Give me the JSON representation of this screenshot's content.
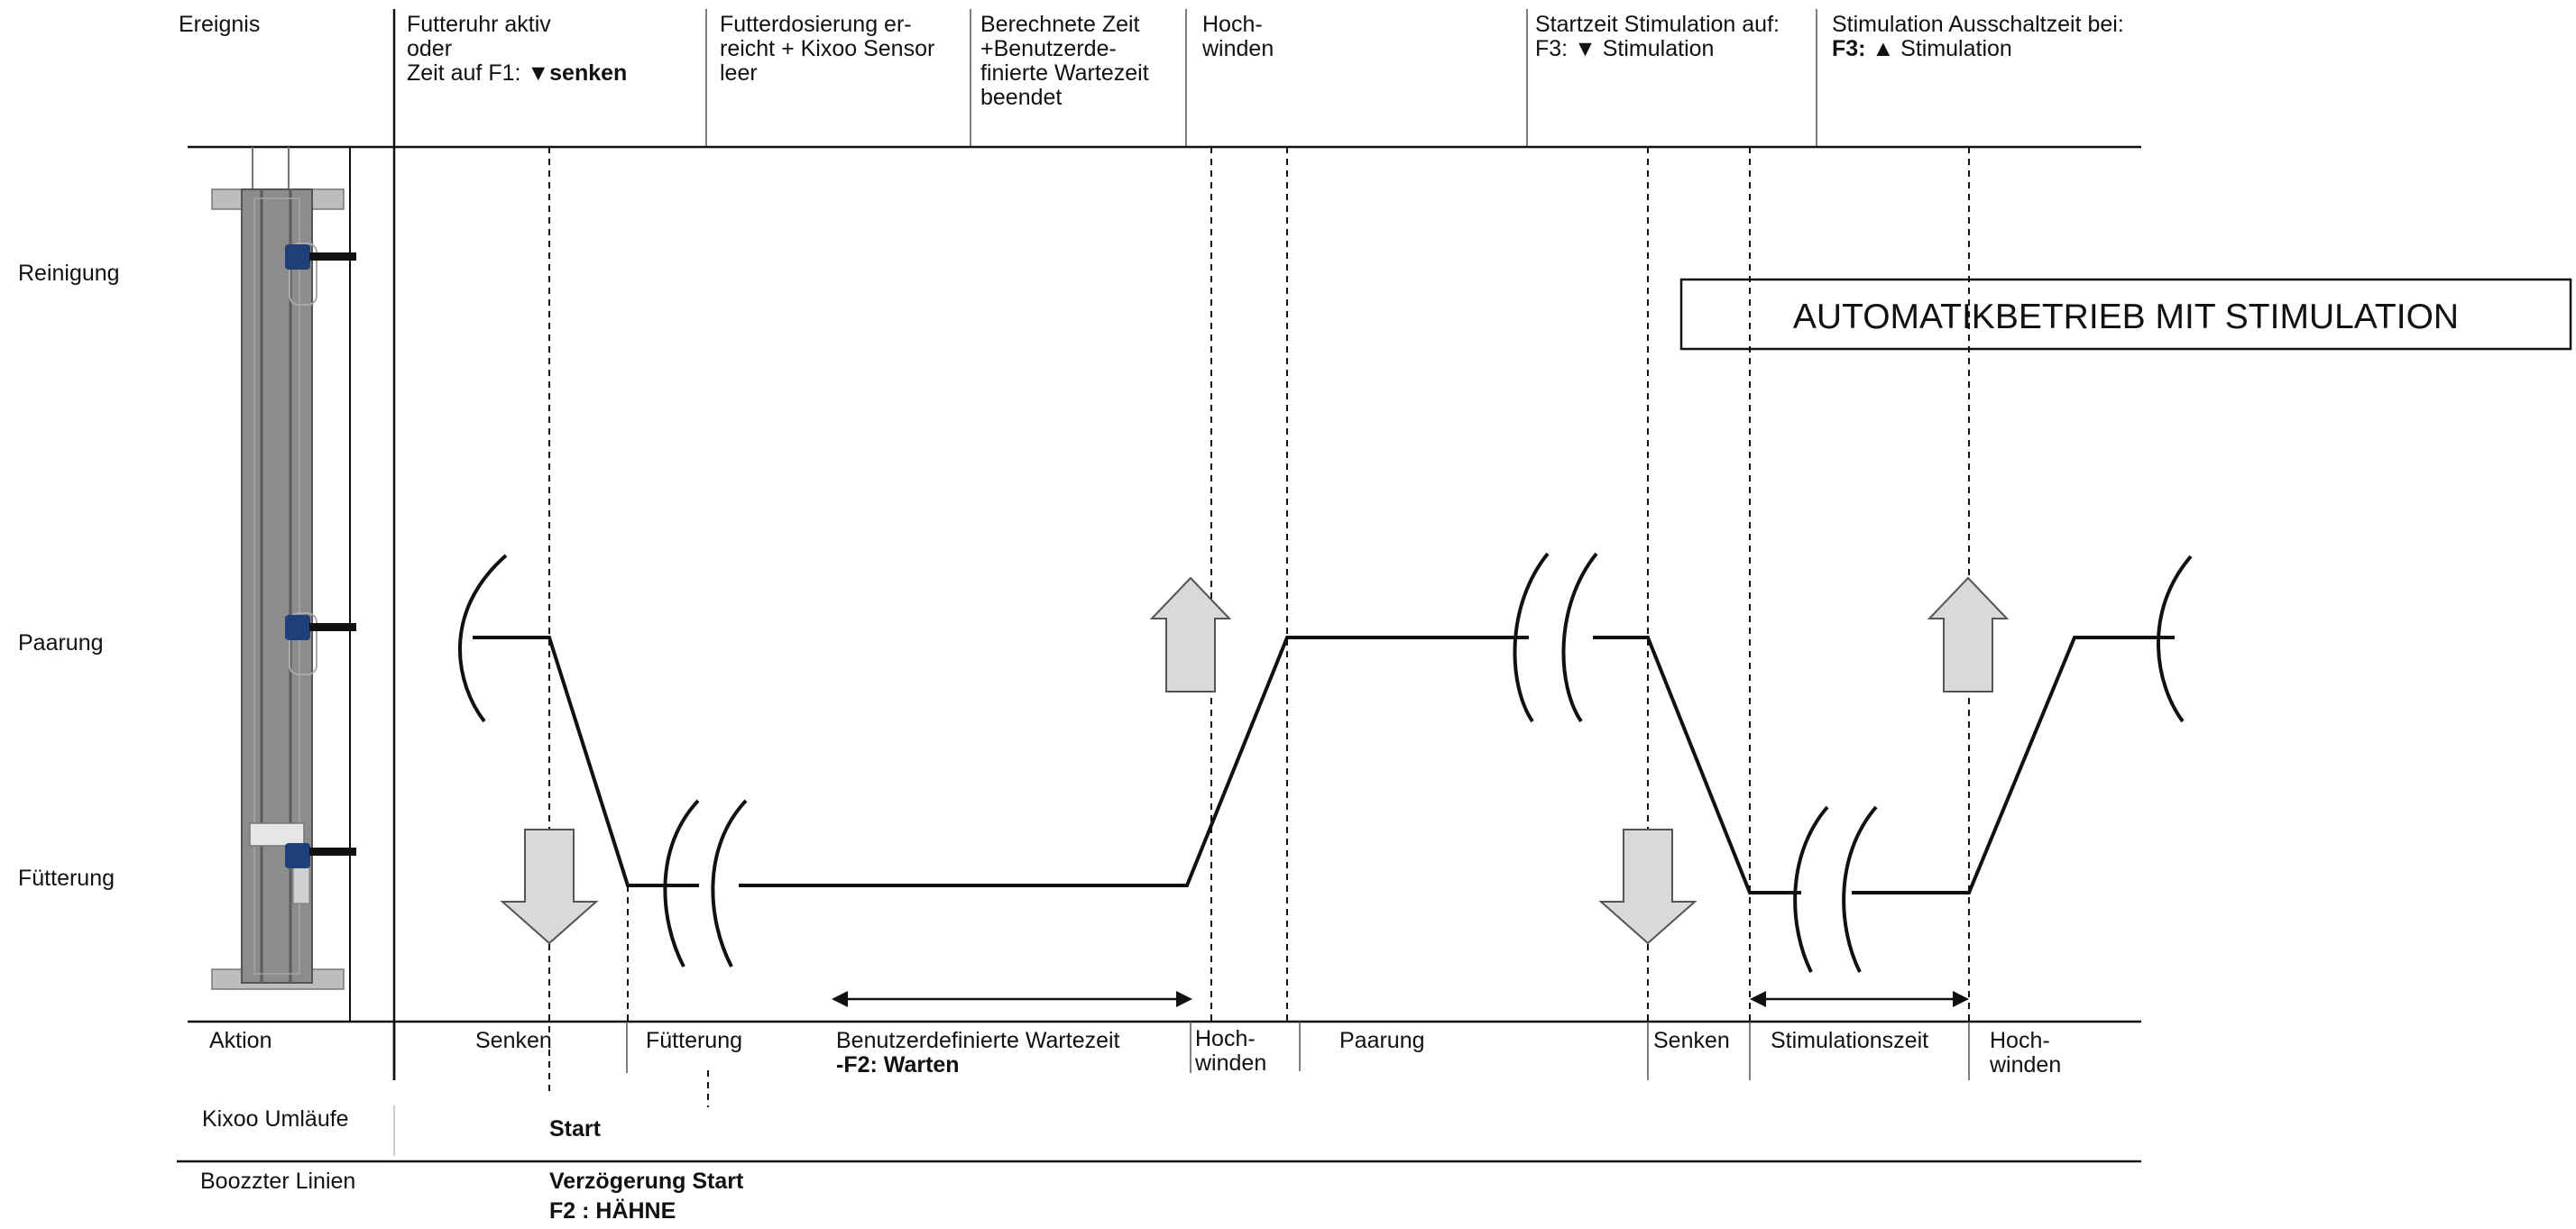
{
  "header": {
    "event_label": "Ereignis",
    "events": [
      {
        "lines": [
          {
            "text": "Futteruhr aktiv"
          },
          {
            "text": "oder"
          },
          {
            "text": "Zeit auf F1: ",
            "bold_suffix": "▼senken"
          }
        ]
      },
      {
        "lines": [
          {
            "text": "Futterdosierung er-"
          },
          {
            "text": "reicht + Kixoo Sensor"
          },
          {
            "text": "leer"
          }
        ]
      },
      {
        "lines": [
          {
            "text": "Berechnete Zeit"
          },
          {
            "text": "+Benutzerde-"
          },
          {
            "text": "finierte Wartezeit"
          },
          {
            "text": "beendet"
          }
        ]
      },
      {
        "lines": [
          {
            "text": "Hoch-"
          },
          {
            "text": "winden"
          }
        ]
      },
      {
        "lines": [
          {
            "text": "Startzeit Stimulation auf:"
          },
          {
            "text": "F3: ▼ Stimulation"
          }
        ]
      },
      {
        "lines": [
          {
            "text": "Stimulation Ausschaltzeit bei:"
          },
          {
            "bold_prefix": "F3: ",
            "text": "▲ Stimulation"
          }
        ]
      }
    ]
  },
  "levels": {
    "cleaning": "Reinigung",
    "mating": "Paarung",
    "feeding": "Fütterung"
  },
  "banner": "AUTOMATIKBETRIEB MIT STIMULATION",
  "actions": {
    "row_label": "Aktion",
    "items": [
      {
        "lines": [
          "Senken"
        ]
      },
      {
        "lines": [
          "Fütterung"
        ]
      },
      {
        "lines": [
          "Benutzerdefinierte Wartezeit",
          "-F2: Warten"
        ]
      },
      {
        "lines": [
          "Hoch-",
          "winden"
        ]
      },
      {
        "lines": [
          "Paarung"
        ]
      },
      {
        "lines": [
          "Senken"
        ]
      },
      {
        "lines": [
          "Stimulationszeit"
        ]
      },
      {
        "lines": [
          "Hoch-",
          "winden"
        ]
      }
    ]
  },
  "kixoo": {
    "row_label": "Kixoo Umläufe",
    "start": "Start"
  },
  "boozzter": {
    "row_label": "Boozzter Linien",
    "line1": "Verzögerung Start",
    "line2": "F2 : HÄHNE"
  },
  "colors": {
    "line": "#111111",
    "arrow_fill": "#d9d9d9",
    "arrow_stroke": "#555555",
    "device": "#8c8c8c"
  }
}
